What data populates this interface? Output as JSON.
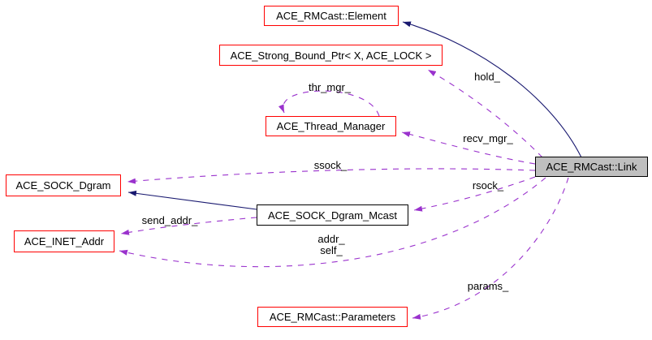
{
  "colors": {
    "background": "#ffffff",
    "external_node_border": "#ff0000",
    "internal_node_border": "#000000",
    "focus_node_fill": "#bfbfbf",
    "inheritance_edge": "#191970",
    "usage_edge": "#9a32cd",
    "text": "#000000"
  },
  "nodes": {
    "element": {
      "label": "ACE_RMCast::Element"
    },
    "strong_bound_ptr": {
      "label": "ACE_Strong_Bound_Ptr< X, ACE_LOCK >"
    },
    "thread_manager": {
      "label": "ACE_Thread_Manager"
    },
    "sock_dgram": {
      "label": "ACE_SOCK_Dgram"
    },
    "sock_dgram_mcast": {
      "label": "ACE_SOCK_Dgram_Mcast"
    },
    "inet_addr": {
      "label": "ACE_INET_Addr"
    },
    "parameters": {
      "label": "ACE_RMCast::Parameters"
    },
    "link": {
      "label": "ACE_RMCast::Link"
    }
  },
  "edge_labels": {
    "hold": "hold_",
    "thr_mgr": "thr_mgr_",
    "recv_mgr": "recv_mgr_",
    "ssock": "ssock_",
    "rsock": "rsock_",
    "send_addr": "send_addr_",
    "addr": "addr_",
    "self": "self_",
    "params": "params_"
  }
}
